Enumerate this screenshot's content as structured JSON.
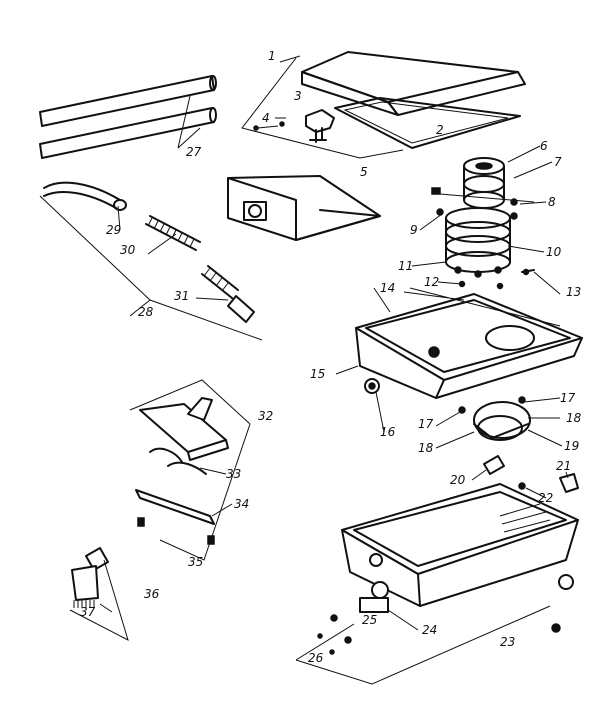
{
  "callouts": [
    {
      "id": "c1",
      "text": "1"
    },
    {
      "id": "c2",
      "text": "2"
    },
    {
      "id": "c3",
      "text": "3"
    },
    {
      "id": "c4",
      "text": "4"
    },
    {
      "id": "c5",
      "text": "5"
    },
    {
      "id": "c6",
      "text": "6"
    },
    {
      "id": "c7",
      "text": "7"
    },
    {
      "id": "c8",
      "text": "8"
    },
    {
      "id": "c9",
      "text": "9"
    },
    {
      "id": "c10",
      "text": "10"
    },
    {
      "id": "c11",
      "text": "11"
    },
    {
      "id": "c12",
      "text": "12"
    },
    {
      "id": "c13",
      "text": "13"
    },
    {
      "id": "c14",
      "text": "14"
    },
    {
      "id": "c15",
      "text": "15"
    },
    {
      "id": "c16",
      "text": "16"
    },
    {
      "id": "c17a",
      "text": "17"
    },
    {
      "id": "c17b",
      "text": "17"
    },
    {
      "id": "c18a",
      "text": "18"
    },
    {
      "id": "c18b",
      "text": "18"
    },
    {
      "id": "c19",
      "text": "19"
    },
    {
      "id": "c20",
      "text": "20"
    },
    {
      "id": "c21",
      "text": "21"
    },
    {
      "id": "c22",
      "text": "22"
    },
    {
      "id": "c23",
      "text": "23"
    },
    {
      "id": "c24",
      "text": "24"
    },
    {
      "id": "c25",
      "text": "25"
    },
    {
      "id": "c26",
      "text": "26"
    },
    {
      "id": "c27",
      "text": "27"
    },
    {
      "id": "c28",
      "text": "28"
    },
    {
      "id": "c29",
      "text": "29"
    },
    {
      "id": "c30",
      "text": "30"
    },
    {
      "id": "c31",
      "text": "31"
    },
    {
      "id": "c32",
      "text": "32"
    },
    {
      "id": "c33",
      "text": "33"
    },
    {
      "id": "c34",
      "text": "34"
    },
    {
      "id": "c35",
      "text": "35"
    },
    {
      "id": "c36",
      "text": "36"
    },
    {
      "id": "c37",
      "text": "37"
    }
  ]
}
